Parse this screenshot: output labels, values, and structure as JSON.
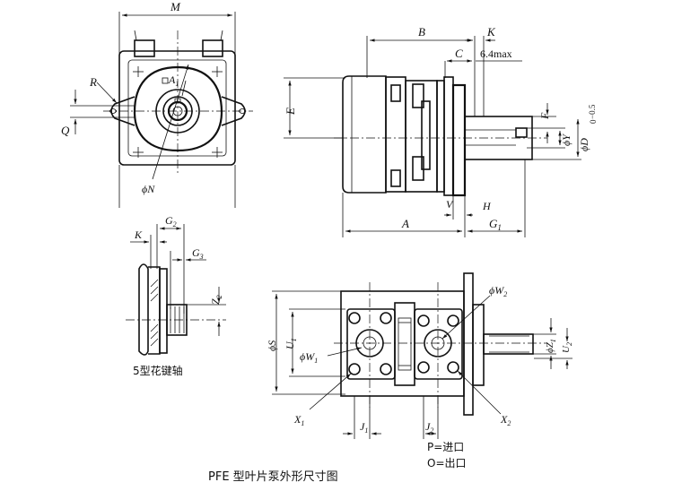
{
  "labels": {
    "front": {
      "M": "M",
      "R": "R",
      "A1": "A",
      "A1_sub": "1",
      "Q": "Q",
      "N": "ϕN"
    },
    "side": {
      "B": "B",
      "K": "K",
      "C": "C",
      "max": "6.4max",
      "E": "E",
      "F": "F",
      "Y": "ϕY",
      "D": "ϕD",
      "D_tol_top": "0",
      "D_tol_bot": "−0.5",
      "A": "A",
      "V": "V",
      "H": "H",
      "G1": "G",
      "G1_sub": "1"
    },
    "spline": {
      "G2": "G",
      "G2_sub": "2",
      "K": "K",
      "G3": "G",
      "G3_sub": "3",
      "Z2": "Z",
      "Z2_sub": "2",
      "caption": "5型花键轴"
    },
    "bottom": {
      "S": "ϕS",
      "U1": "U",
      "U1_sub": "1",
      "W1": "ϕW",
      "W1_sub": "1",
      "W2": "ϕW",
      "W2_sub": "2",
      "Z1": "ϕZ",
      "Z1_sub": "1",
      "U2": "U",
      "U2_sub": "2",
      "X1": "X",
      "X1_sub": "1",
      "J1": "J",
      "J1_sub": "1",
      "J2": "J",
      "J2_sub": "2",
      "X2": "X",
      "X2_sub": "2",
      "P_note": "P=进口",
      "O_note": "O=出口"
    }
  },
  "title": "PFE 型叶片泵外形尺寸图"
}
